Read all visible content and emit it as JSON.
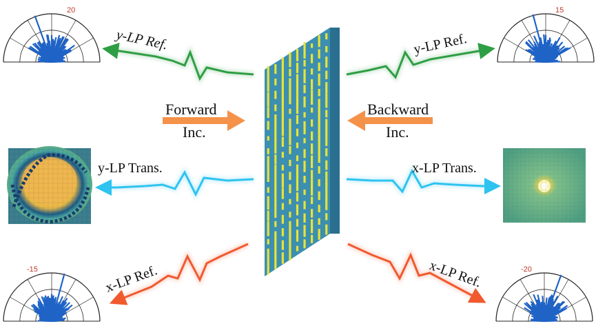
{
  "labels": {
    "y_ref_left": "y-LP Ref.",
    "y_ref_right": "y-LP Ref.",
    "forward_line1": "Forward",
    "forward_line2": "Inc.",
    "backward_line1": "Backward",
    "backward_line2": "Inc.",
    "y_trans": "y-LP Trans.",
    "x_trans": "x-LP Trans.",
    "x_ref_left": "x-LP Ref.",
    "x_ref_right": "x-LP Ref."
  },
  "polar_peaks": {
    "top_left": "20",
    "top_right": "15",
    "bottom_left": "-15",
    "bottom_right": "-20"
  },
  "colors": {
    "y_ref_arrow": "#2e9e44",
    "trans_arrow": "#2ec3f0",
    "x_ref_arrow": "#f05a2e",
    "incident_arrow": "#f5924a",
    "metasurface_face": "#3d8fb0",
    "metasurface_side": "#2a6f8f",
    "metasurface_top": "#5aa9c8",
    "meta_atom": "#e7e23a",
    "polar_beam": "#1f63c6",
    "polar_peak_text": "#c0392b"
  }
}
